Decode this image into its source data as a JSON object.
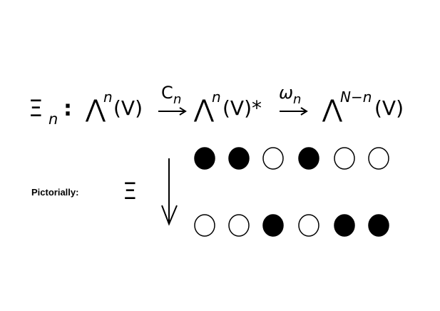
{
  "equation": {
    "map_symbol": "Ξ",
    "map_subscript": "n",
    "colon": ":",
    "wedge": "⋀",
    "space": "(V)",
    "space_star": "(V)*",
    "exponent_n": "n",
    "exponent_top": "N−n",
    "arrow1_label_main": "C",
    "arrow1_label_sub": "n",
    "arrow2_label_main": "ω",
    "arrow2_label_sub": "n"
  },
  "pictorial": {
    "label": "Pictorially:",
    "map_symbol": "Ξ",
    "top_row": [
      "filled",
      "filled",
      "empty",
      "filled",
      "empty",
      "empty"
    ],
    "bottom_row": [
      "empty",
      "empty",
      "filled",
      "empty",
      "filled",
      "filled"
    ]
  },
  "colors": {
    "ink": "#000000",
    "background": "#ffffff"
  }
}
